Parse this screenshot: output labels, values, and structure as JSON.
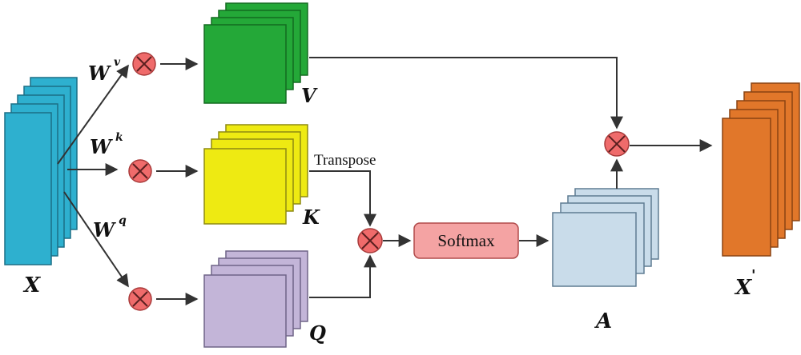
{
  "colors": {
    "x": "#2eb0cf",
    "v": "#24a838",
    "k": "#eeea12",
    "q": "#c3b5d8",
    "a": "#c9dcea",
    "x_out": "#e1772a",
    "multiply": "#ef6b6b",
    "softmax_fill": "#f4a3a3",
    "arrow": "#333333"
  },
  "labels": {
    "x": "X",
    "v": "V",
    "k": "K",
    "q": "Q",
    "a": "A",
    "x_out": "X",
    "x_out_prime": "'",
    "wv_base": "W",
    "wv_sup": "v",
    "wk_base": "W",
    "wk_sup": "k",
    "wq_base": "W",
    "wq_sup": "q",
    "transpose": "Transpose",
    "softmax": "Softmax"
  },
  "icons": {
    "multiply": "circled-times-icon"
  }
}
